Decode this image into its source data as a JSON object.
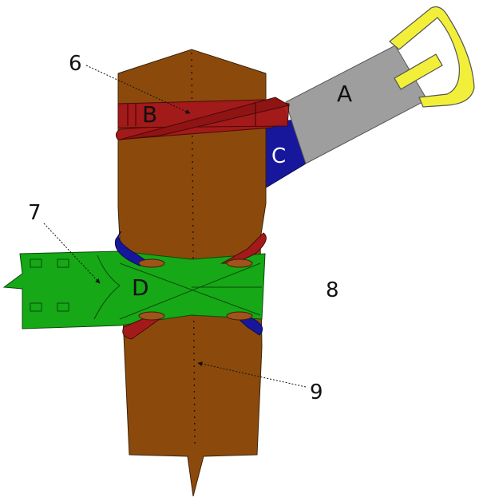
{
  "diagram": {
    "labels": {
      "A": "A",
      "B": "B",
      "C": "C",
      "D": "D",
      "n6": "6",
      "n7": "7",
      "n8": "8",
      "n9": "9"
    },
    "colors": {
      "leather": "#8b4a0c",
      "strap_b": "#a31a1a",
      "strap_c": "#17179c",
      "strap_a": "#9e9e9e",
      "buckle": "#f2ef3a",
      "strap_d": "#16a816",
      "outline": "#3a2208"
    }
  }
}
